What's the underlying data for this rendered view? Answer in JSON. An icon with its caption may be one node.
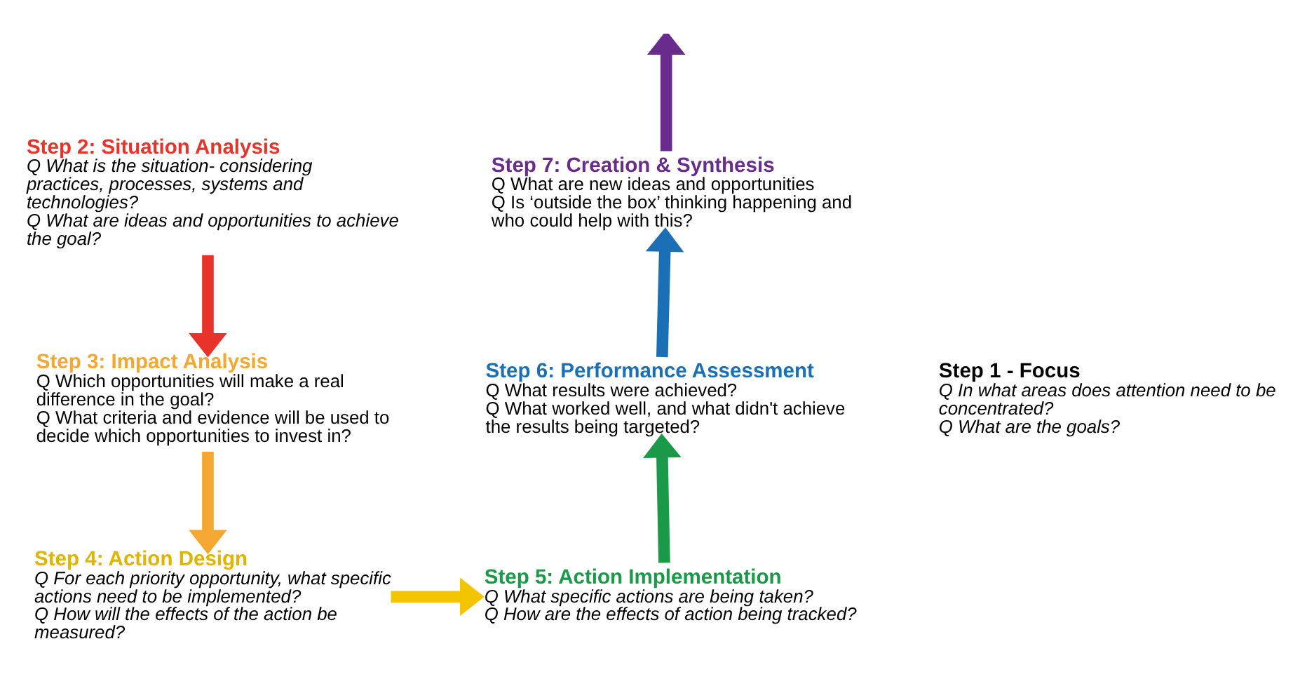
{
  "diagram": {
    "nodes": [
      {
        "text": [
          "Step 7: Creation & Synthesis",
          "Q What are new ideas and opportunities",
          "Q Is ‘outside the box’ thinking happening and who could help with this?"
        ]
      },
      {
        "text": [
          "Step 2: Situation Analysis",
          "Q What is the situation- considering practices, processes, systems and technologies?",
          "Q What are ideas and opportunities to achieve the goal?"
        ]
      },
      {
        "text": [
          "Step 6: Performance Assessment",
          "Q What results were achieved?",
          "Q What worked well, and what didn't achieve the results being targeted?"
        ]
      },
      {
        "text": [
          "Step 1 - Focus",
          "Q In what areas does attention need to be concentrated?",
          "Q What are the goals?"
        ]
      },
      {
        "text": [
          "Step 3: Impact Analysis",
          "Q Which opportunities will make a real difference in the goal?",
          "Q What criteria and evidence will be used to decide which opportunities to invest in?"
        ]
      },
      {
        "text": [
          "Step 5: Action Implementation",
          "Q What specific actions are being taken?",
          "Q How are the effects of action being tracked?"
        ]
      },
      {
        "text": [
          "Step 4: Action Design",
          "Q For each priority opportunity, what specific actions need to be implemented?",
          "Q How will the effects of the action be measured?"
        ]
      }
    ],
    "edges": [
      {
        "from": 1,
        "to": 4,
        "arrow": "to",
        "color": "#e8332a"
      },
      {
        "from": 4,
        "to": 6,
        "arrow": "to",
        "color": "#f5a733"
      },
      {
        "from": 6,
        "to": 5,
        "arrow": "to",
        "color": "#f2c500"
      },
      {
        "from": 5,
        "to": 2,
        "arrow": "to",
        "color": "#1a9a48"
      },
      {
        "from": 2,
        "to": 0,
        "arrow": "to",
        "color": "#1a6fb5"
      },
      {
        "from": 0,
        "to": null,
        "arrow": "to",
        "color": "#6a2c8c"
      }
    ]
  }
}
